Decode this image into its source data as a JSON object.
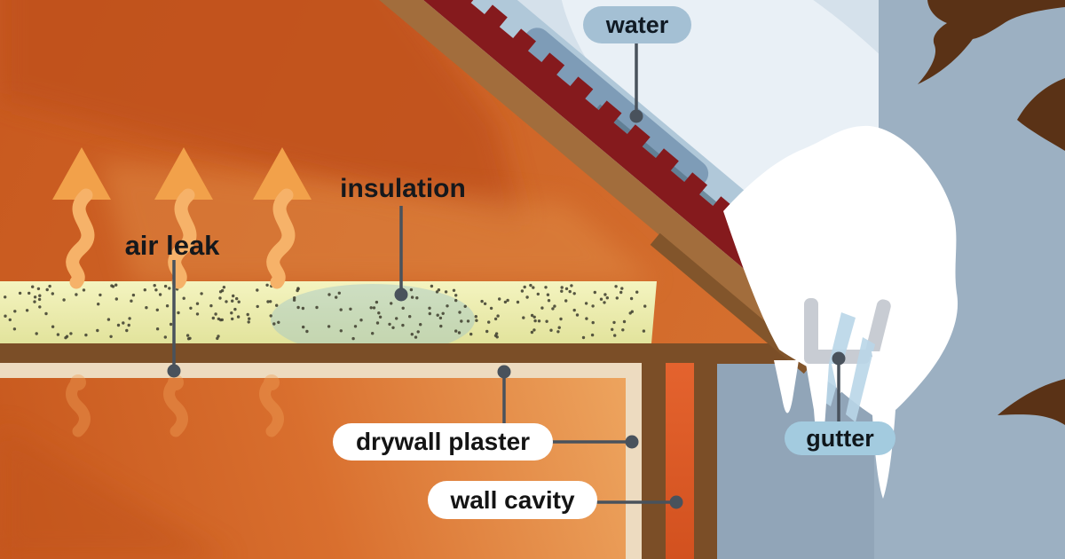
{
  "diagram": {
    "kind": "house cross-section (winter heat loss / ice dam)",
    "labels": {
      "water": "water",
      "insulation": "insulation",
      "air_leak": "air leak",
      "drywall_plaster": "drywall plaster",
      "wall_cavity": "wall cavity",
      "gutter": "gutter"
    },
    "palette": {
      "sky_light": "#d5e1eb",
      "sky_light_swath": "#e9f0f6",
      "sky_dark_panel": "#9cb0c2",
      "sky_base": "#91a5b8",
      "shingles_maroon": "#851a1d",
      "roof_deck_brown": "#a26d3c",
      "trim_dark_brown": "#82552b",
      "ceiling_brown": "#7b4e27",
      "drywall_cream": "#eddbc0",
      "attic_orange": "#cf6327",
      "room_orange": "#d97333",
      "wall_cavity_red": "#dd5b29",
      "insulation_yellow": "#eff0b6",
      "insulation_cold_spot": "#9fc6c8",
      "heat_arrow_orange": "#f2a14a",
      "snow_white": "#ffffff",
      "ice_accent_blue": "#b9d6e8",
      "roof_ice_band": "#b0c8d9",
      "roof_water_streak": "#7e9cb7",
      "gutter_gray": "#c8ccd3",
      "branch_brown": "#5a3216",
      "leader_line": "#49525c"
    }
  }
}
